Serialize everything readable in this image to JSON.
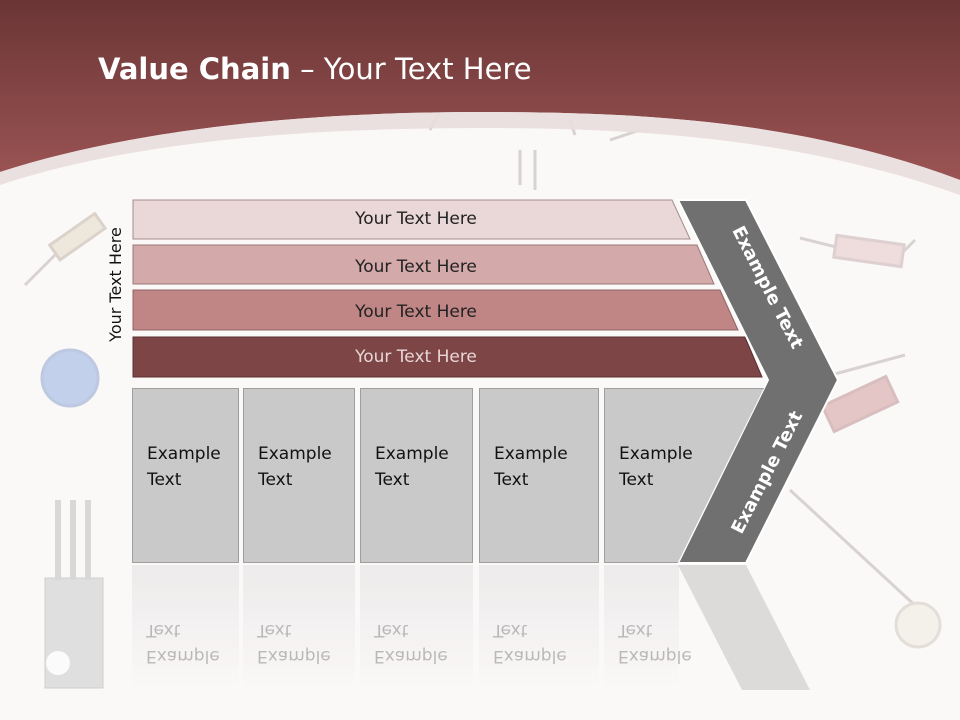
{
  "title": {
    "bold": "Value Chain",
    "rest": " – Your Text Here"
  },
  "side_label": "Your Text Here",
  "bars": [
    "Your Text Here",
    "Your Text Here",
    "Your Text Here",
    "Your Text Here"
  ],
  "boxes": [
    "Example\nText",
    "Example\nText",
    "Example\nText",
    "Example\nText",
    "Example\nText"
  ],
  "arrow": {
    "upper": "Example Text",
    "lower": "Example Text"
  },
  "colors": {
    "header": "#8a4444",
    "bar1": "#ead8d8",
    "bar2": "#d4a9a9",
    "bar3": "#c08585",
    "bar4": "#7d4545",
    "box": "#c9c9c9",
    "arrow": "#6f6f6f"
  }
}
